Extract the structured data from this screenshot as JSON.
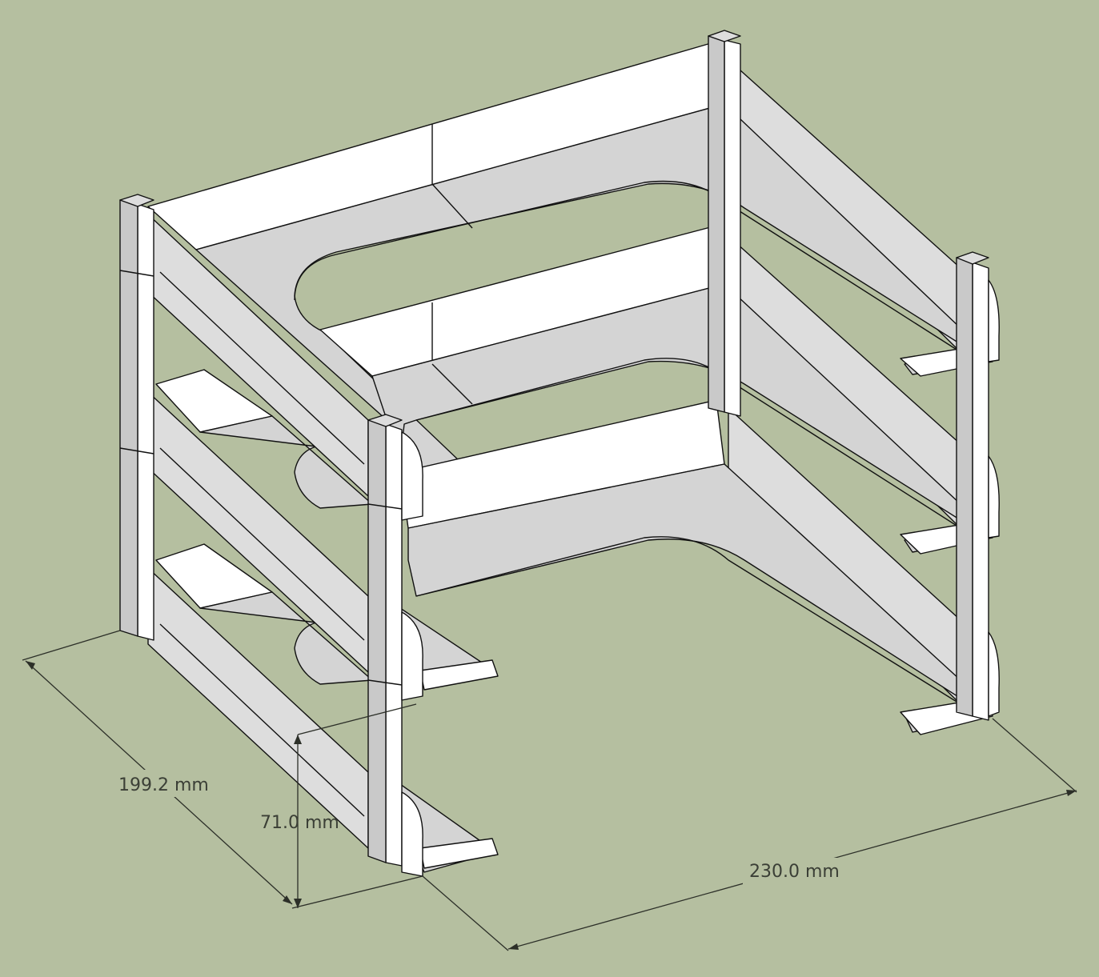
{
  "model": {
    "background_color": "#b5bfa0",
    "face_colors": {
      "lit": "#ffffff",
      "shade": "#dddddd",
      "dark": "#c9c9c9",
      "shelf": "#d4d4d4"
    }
  },
  "dimensions": {
    "depth": "199.2 mm",
    "height": "71.0 mm",
    "width": "230.0 mm"
  }
}
